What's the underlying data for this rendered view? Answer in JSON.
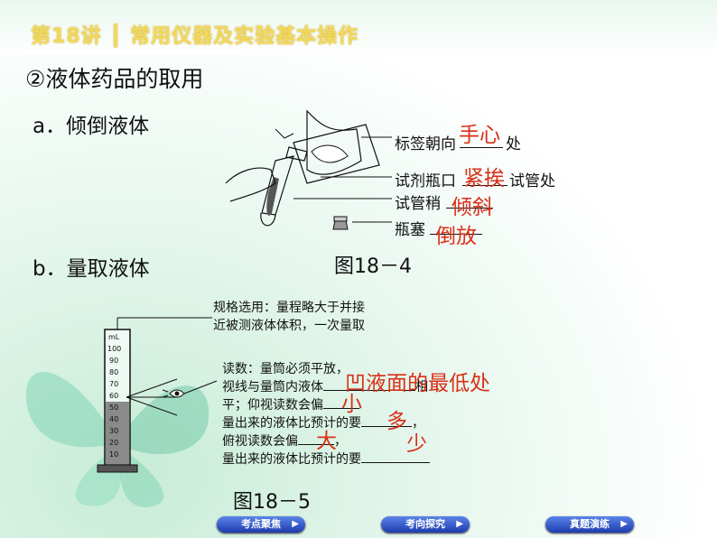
{
  "header": {
    "title": "第18讲 ┃ 常用仪器及实验基本操作"
  },
  "section": {
    "title": "②液体药品的取用"
  },
  "part_a": {
    "title": "a．倾倒液体",
    "labels": [
      "标签朝向",
      "处",
      "试剂瓶口",
      "试管处",
      "试管稍",
      "瓶塞"
    ],
    "answers": [
      "手心",
      "紧挨",
      "倾斜",
      "倒放"
    ],
    "figure": "图18－4"
  },
  "part_b": {
    "title": "b．量取液体",
    "spec_note": [
      "规格选用：量程略大于并接",
      "近被测液体体积，一次量取"
    ],
    "reading_note": [
      "读数：量筒必须平放，",
      "视线与量筒内液体",
      "平；仰视读数会偏",
      "量出来的液体比预计的要",
      "俯视读数会偏",
      "量出来的液体比预计的要"
    ],
    "reading_note_tail": [
      "相",
      "，",
      "，"
    ],
    "answers": [
      "凹液面的最低处",
      "小",
      "多",
      "大",
      "少"
    ],
    "cylinder": {
      "unit": "mL",
      "ticks": [
        "100",
        "90",
        "80",
        "70",
        "60",
        "50",
        "40",
        "30",
        "20",
        "10"
      ]
    },
    "figure": "图18－5"
  },
  "nav": {
    "buttons": [
      "考点聚焦",
      "考向探究",
      "真题演练"
    ]
  }
}
